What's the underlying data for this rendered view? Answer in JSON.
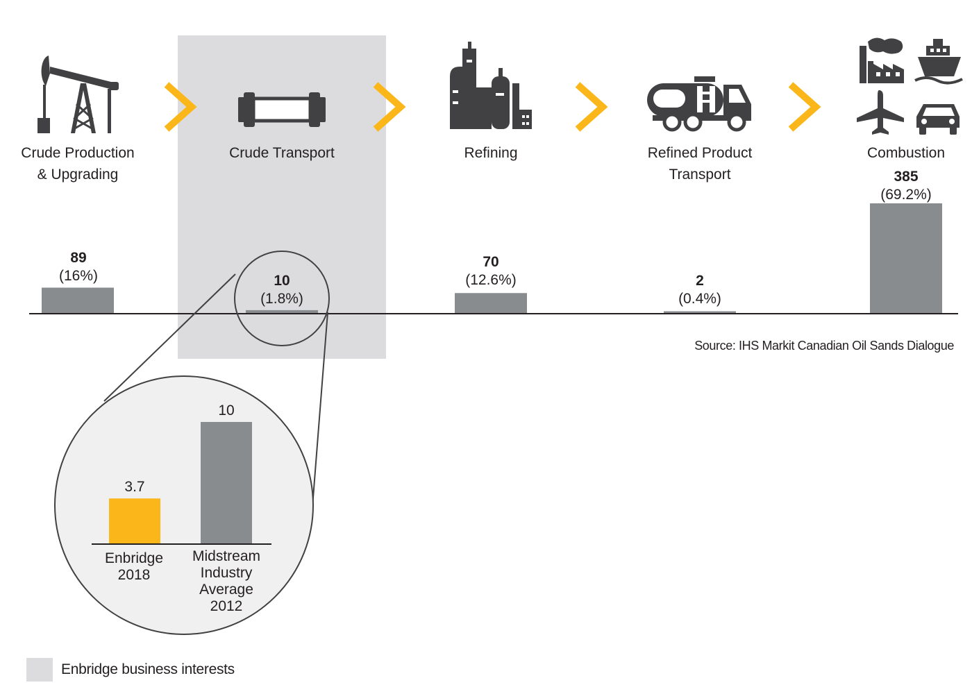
{
  "colors": {
    "bar": "#898c8e",
    "accent": "#fbb71a",
    "highlight": "#dcdcde",
    "inset_bg": "#f0f0f0",
    "icon": "#414042",
    "line": "#231f20"
  },
  "stages": [
    {
      "label": "Crude Production\n& Upgrading",
      "icon": "pumpjack-icon"
    },
    {
      "label": "Crude Transport",
      "icon": "pipeline-icon"
    },
    {
      "label": "Refining",
      "icon": "refinery-icon"
    },
    {
      "label": "Refined Product\nTransport",
      "icon": "tanker-truck-icon"
    },
    {
      "label": "Combustion",
      "icon": "combustion-vehicles-icon"
    }
  ],
  "arrow_icon": "chevron-right-icon",
  "chart_data": [
    {
      "type": "bar",
      "categories": [
        "Crude Production & Upgrading",
        "Crude Transport",
        "Refining",
        "Refined Product Transport",
        "Combustion"
      ],
      "values": [
        89,
        10,
        70,
        2,
        385
      ],
      "value_labels": [
        "89",
        "10",
        "70",
        "2",
        "385"
      ],
      "percent_labels": [
        "(16%)",
        "(1.8%)",
        "(12.6%)",
        "(0.4%)",
        "(69.2%)"
      ],
      "highlighted_category": "Crude Transport",
      "ylim": [
        0,
        385
      ]
    },
    {
      "type": "bar",
      "categories": [
        "Enbridge\n2018",
        "Midstream\nIndustry\nAverage\n2012"
      ],
      "values": [
        3.7,
        10
      ],
      "value_labels": [
        "3.7",
        "10"
      ],
      "ylim": [
        0,
        10
      ]
    }
  ],
  "source": "Source: IHS Markit Canadian Oil Sands Dialogue",
  "legend": {
    "label": "Enbridge business interests"
  }
}
